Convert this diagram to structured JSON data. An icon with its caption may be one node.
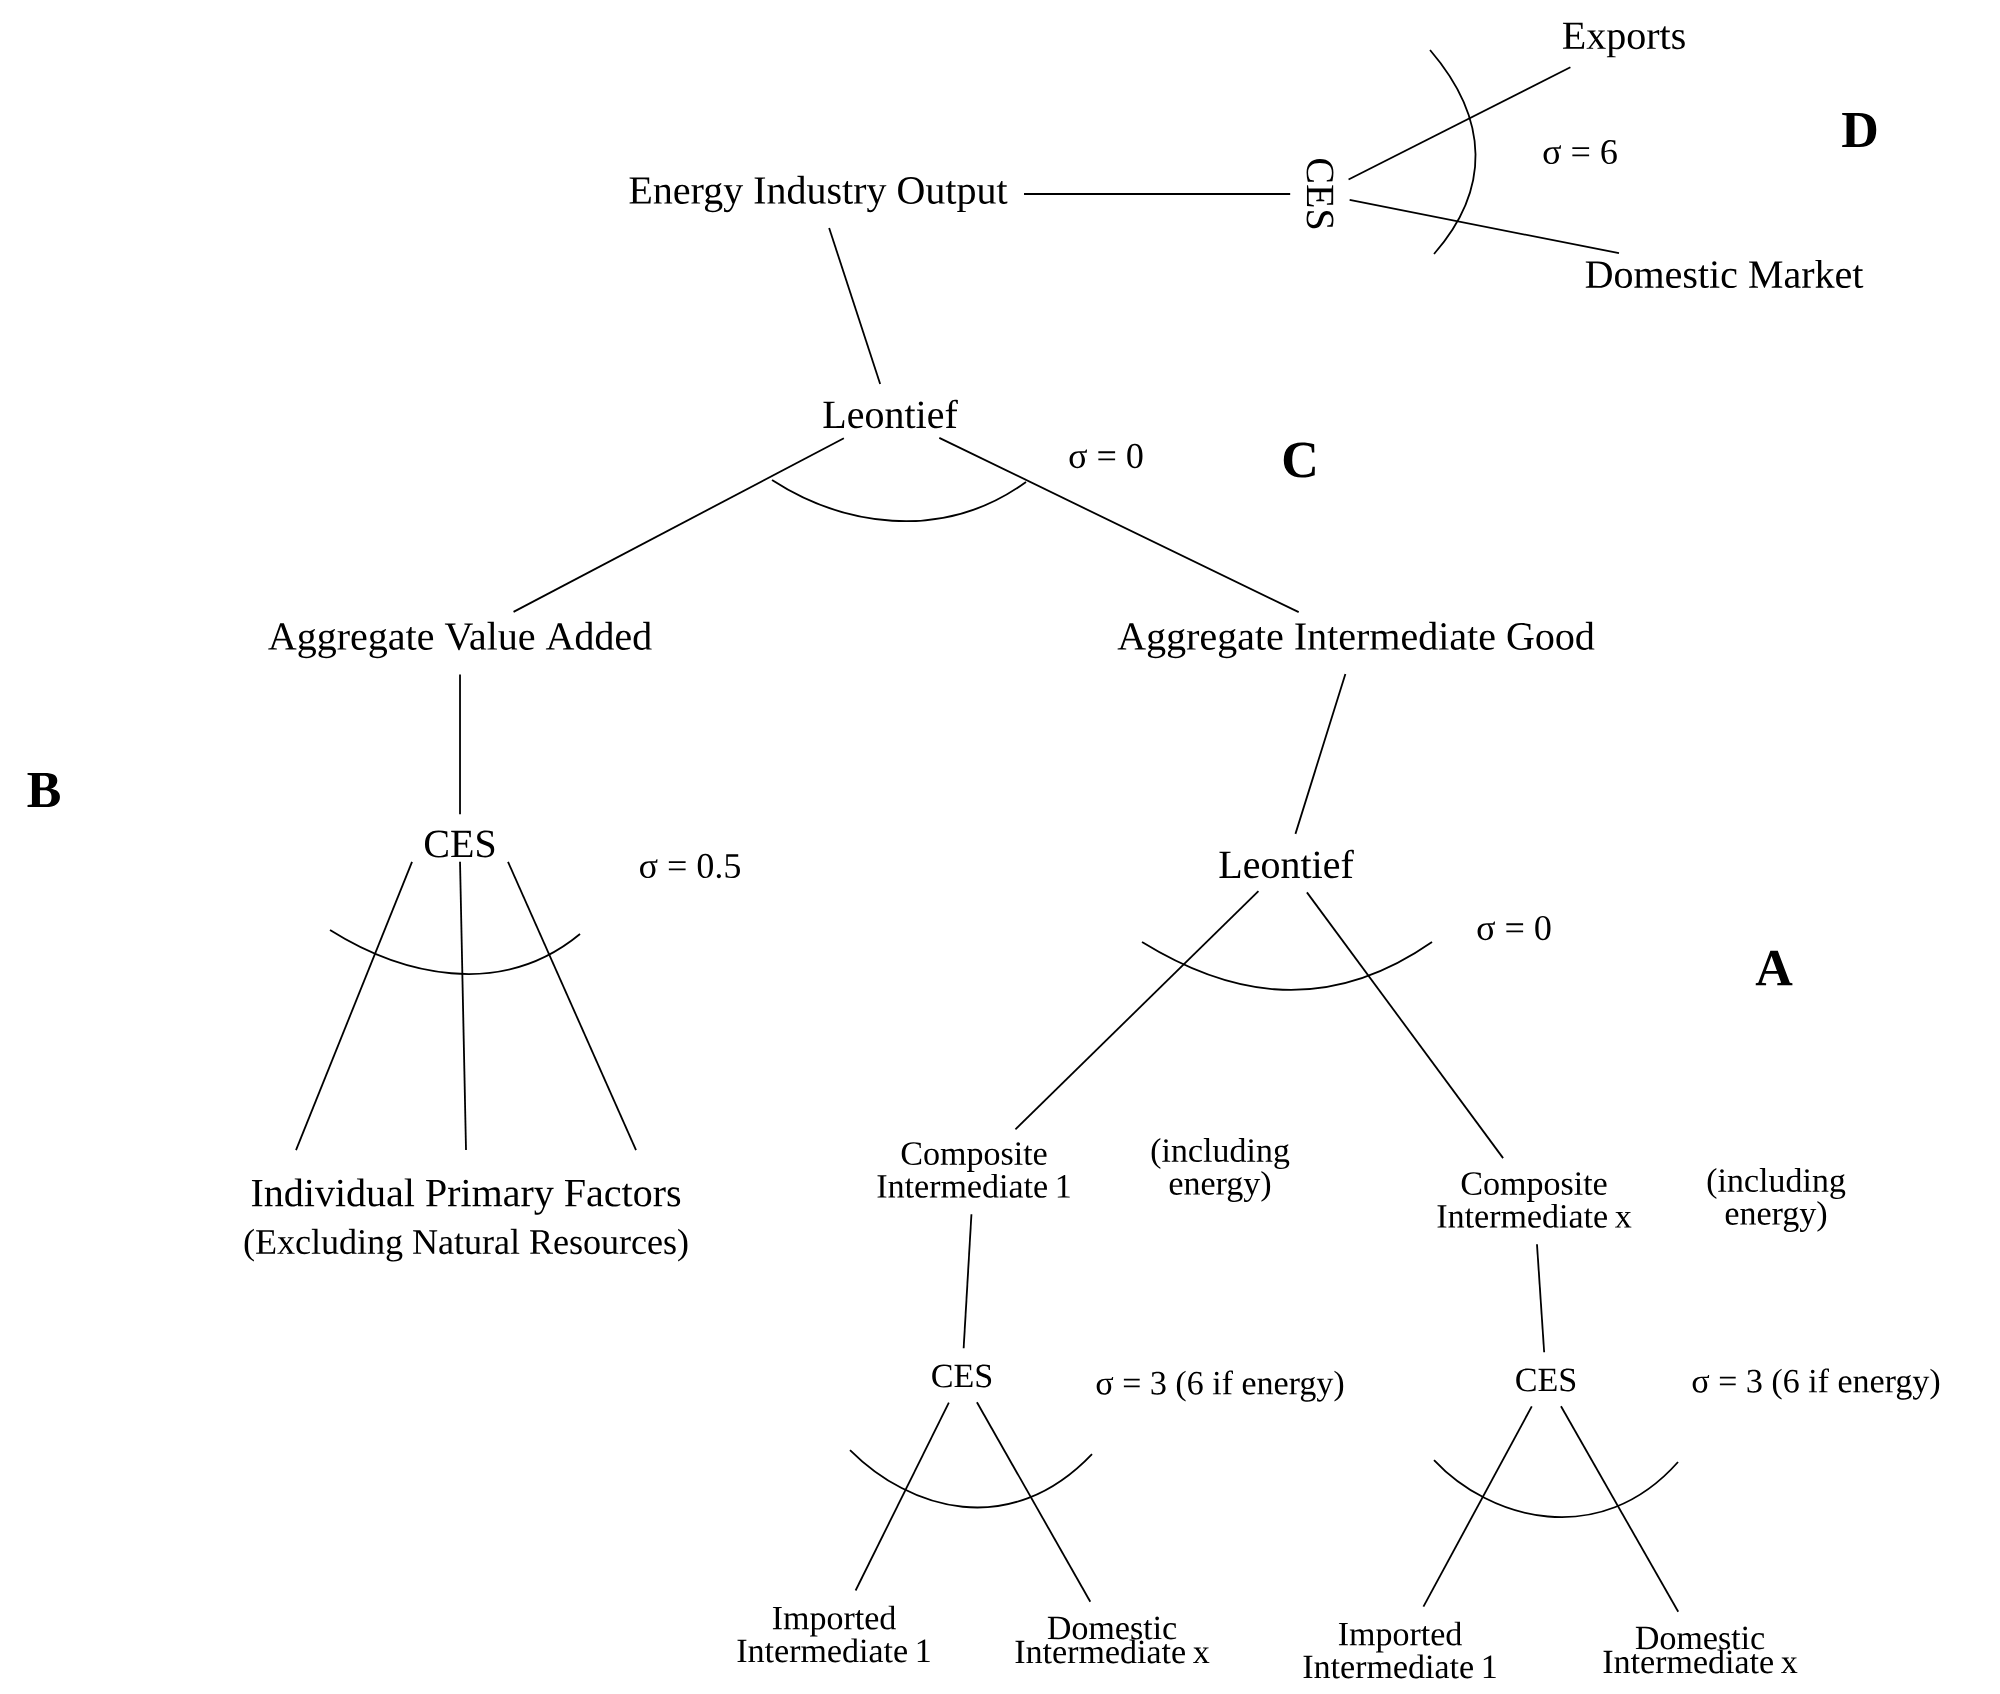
{
  "diagram": {
    "nodes": [
      {
        "text": [
          "Energy Industry Output"
        ]
      },
      {
        "text": [
          "CES"
        ]
      },
      {
        "text": [
          "Exports"
        ]
      },
      {
        "text": [
          "Domestic Market"
        ]
      },
      {
        "text": [
          "Leontief"
        ]
      },
      {
        "text": [
          "Aggregate Value Added"
        ]
      },
      {
        "text": [
          "Aggregate Intermediate Good"
        ]
      },
      {
        "text": [
          "CES"
        ]
      },
      {
        "text": [
          "Individual Primary Factors",
          "(Excluding Natural Resources)"
        ]
      },
      {
        "text": [
          "Leontief"
        ]
      },
      {
        "text": [
          "Composite Intermediate 1"
        ],
        "beside": [
          "(including energy)"
        ]
      },
      {
        "text": [
          "Composite Intermediate x"
        ],
        "beside": [
          "(including energy)"
        ]
      },
      {
        "text": [
          "CES"
        ]
      },
      {
        "text": [
          "CES"
        ]
      },
      {
        "text": [
          "Imported Intermediate 1"
        ]
      },
      {
        "text": [
          "Domestic Intermediate x"
        ]
      },
      {
        "text": [
          "Imported Intermediate 1"
        ]
      },
      {
        "text": [
          "Domestic Intermediate x"
        ]
      }
    ],
    "edges": [
      {
        "from": 0,
        "to": 1,
        "arrow": "none"
      },
      {
        "from": 1,
        "to": 2,
        "arrow": "none"
      },
      {
        "from": 1,
        "to": 3,
        "arrow": "none"
      },
      {
        "from": 0,
        "to": 4,
        "arrow": "none"
      },
      {
        "from": 4,
        "to": 5,
        "arrow": "none"
      },
      {
        "from": 4,
        "to": 6,
        "arrow": "none"
      },
      {
        "from": 5,
        "to": 7,
        "arrow": "none"
      },
      {
        "from": 7,
        "to": 8,
        "arrow": "none"
      },
      {
        "from": 7,
        "to": 8,
        "arrow": "none"
      },
      {
        "from": 7,
        "to": 8,
        "arrow": "none"
      },
      {
        "from": 6,
        "to": 9,
        "arrow": "none"
      },
      {
        "from": 9,
        "to": 10,
        "arrow": "none"
      },
      {
        "from": 9,
        "to": 11,
        "arrow": "none"
      },
      {
        "from": 10,
        "to": 12,
        "arrow": "none"
      },
      {
        "from": 11,
        "to": 13,
        "arrow": "none"
      },
      {
        "from": 12,
        "to": 14,
        "arrow": "none"
      },
      {
        "from": 12,
        "to": 15,
        "arrow": "none"
      },
      {
        "from": 13,
        "to": 16,
        "arrow": "none"
      },
      {
        "from": 13,
        "to": 17,
        "arrow": "none"
      }
    ],
    "labels": [
      "σ = 6",
      "D",
      "σ = 0",
      "C",
      "B",
      "σ = 0.5",
      "σ = 0",
      "A",
      "σ = 3 (6 if energy)",
      "σ = 3 (6 if energy)"
    ]
  }
}
